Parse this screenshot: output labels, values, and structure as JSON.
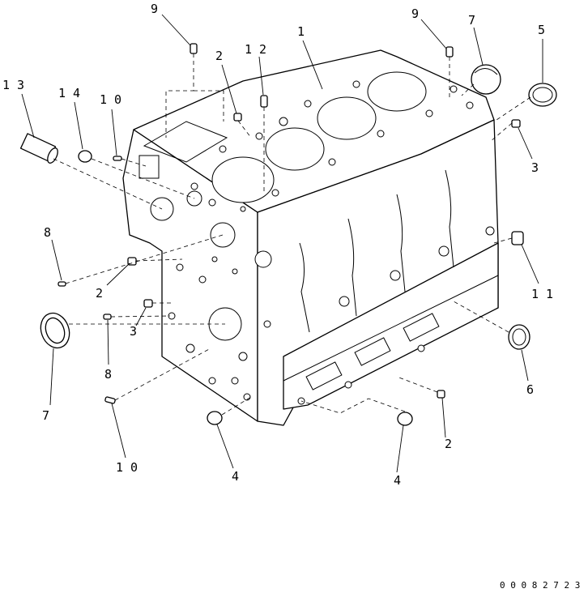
{
  "callouts": [
    {
      "id": "c1",
      "text": "1"
    },
    {
      "id": "c2a",
      "text": "2"
    },
    {
      "id": "c2b",
      "text": "2"
    },
    {
      "id": "c2c",
      "text": "2"
    },
    {
      "id": "c3a",
      "text": "3"
    },
    {
      "id": "c3b",
      "text": "3"
    },
    {
      "id": "c4a",
      "text": "4"
    },
    {
      "id": "c4b",
      "text": "4"
    },
    {
      "id": "c5",
      "text": "5"
    },
    {
      "id": "c6",
      "text": "6"
    },
    {
      "id": "c7a",
      "text": "7"
    },
    {
      "id": "c7b",
      "text": "7"
    },
    {
      "id": "c8a",
      "text": "8"
    },
    {
      "id": "c8b",
      "text": "8"
    },
    {
      "id": "c9a",
      "text": "9"
    },
    {
      "id": "c9b",
      "text": "9"
    },
    {
      "id": "c10a",
      "text": "1 0"
    },
    {
      "id": "c10b",
      "text": "1 0"
    },
    {
      "id": "c11",
      "text": "1 1"
    },
    {
      "id": "c12",
      "text": "1 2"
    },
    {
      "id": "c13",
      "text": "1 3"
    },
    {
      "id": "c14",
      "text": "1 4"
    }
  ],
  "document_number": "0 0 0 8 2 7 2 3"
}
